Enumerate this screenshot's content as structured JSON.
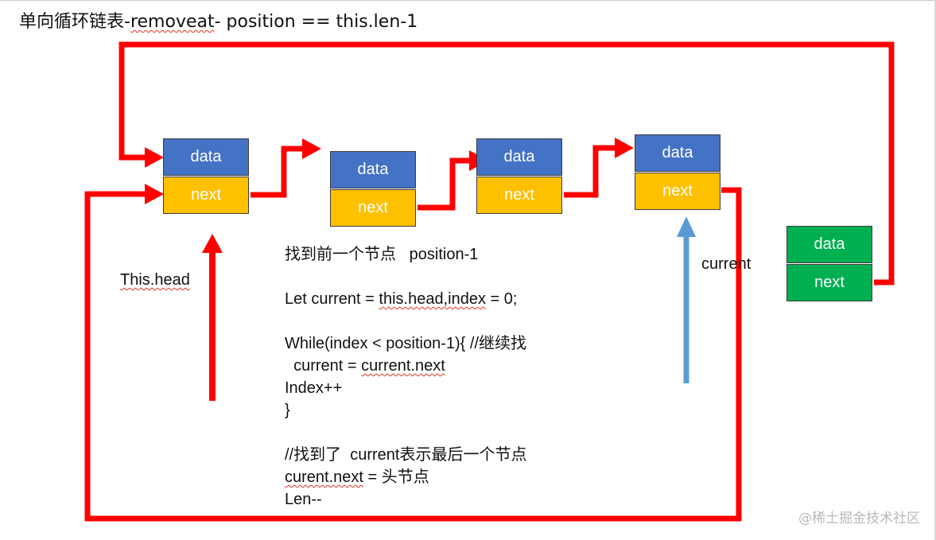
{
  "title": {
    "prefix": "单向循环链表-",
    "keyword": "removeat",
    "suffix": "- position == this.len-1"
  },
  "nodes": [
    {
      "data_label": "data",
      "next_label": "next"
    },
    {
      "data_label": "data",
      "next_label": "next"
    },
    {
      "data_label": "data",
      "next_label": "next"
    },
    {
      "data_label": "data",
      "next_label": "next"
    },
    {
      "data_label": "data",
      "next_label": "next"
    }
  ],
  "labels": {
    "head": "This.head",
    "current": "current"
  },
  "code": {
    "line1": "找到前一个节点   position-1",
    "line2_a": "Let current = ",
    "line2_b": "this.head,index",
    "line2_c": " = 0;",
    "line3": "While(index < position-1){ //继续找",
    "line4_a": "  current = ",
    "line4_b": "current.next",
    "line5": "Index++",
    "line6": "}",
    "line7": "//找到了  current表示最后一个节点",
    "line8_a": "curent.next",
    "line8_b": " = 头节点",
    "line9": "Len--"
  },
  "watermark": "@稀土掘金技术社区",
  "colors": {
    "data_cell": "#4472c4",
    "next_cell": "#ffc000",
    "removed_node": "#00b050",
    "link_arrow": "#ff0000",
    "current_arrow": "#5b9bd5"
  }
}
